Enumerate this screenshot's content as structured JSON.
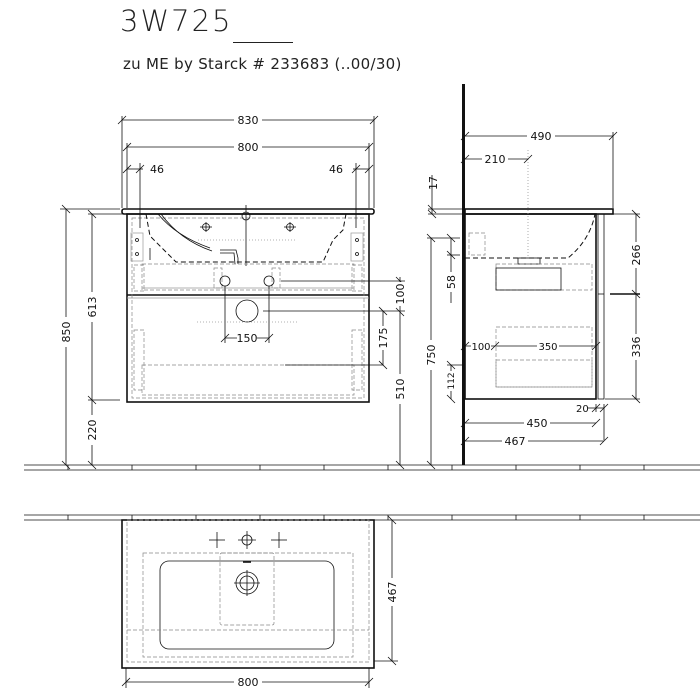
{
  "header": {
    "model": "3W725",
    "subtitle": "zu ME by Starck # 233683 (..00/30)"
  },
  "front_view": {
    "dims": {
      "overall_width": "830",
      "body_width": "800",
      "left_offset": "46",
      "right_offset": "46",
      "total_height": "850",
      "top_height": "613",
      "floor_clearance": "220",
      "tap_spacing": "150",
      "drain_offset": "100",
      "siphon_offset": "175",
      "drain_height": "510"
    }
  },
  "side_view": {
    "dims": {
      "depth_top": "490",
      "tap_distance": "210",
      "top_thickness": "17",
      "upper_drawer": "266",
      "lower_drawer": "336",
      "mount_height": "750",
      "rail_gap": "58",
      "inner_offset": "100",
      "inner_depth": "350",
      "bottom_offset": "112",
      "front_thickness": "20",
      "body_depth": "450",
      "total_depth": "467"
    }
  },
  "top_view": {
    "dims": {
      "width": "800",
      "depth": "467"
    }
  }
}
